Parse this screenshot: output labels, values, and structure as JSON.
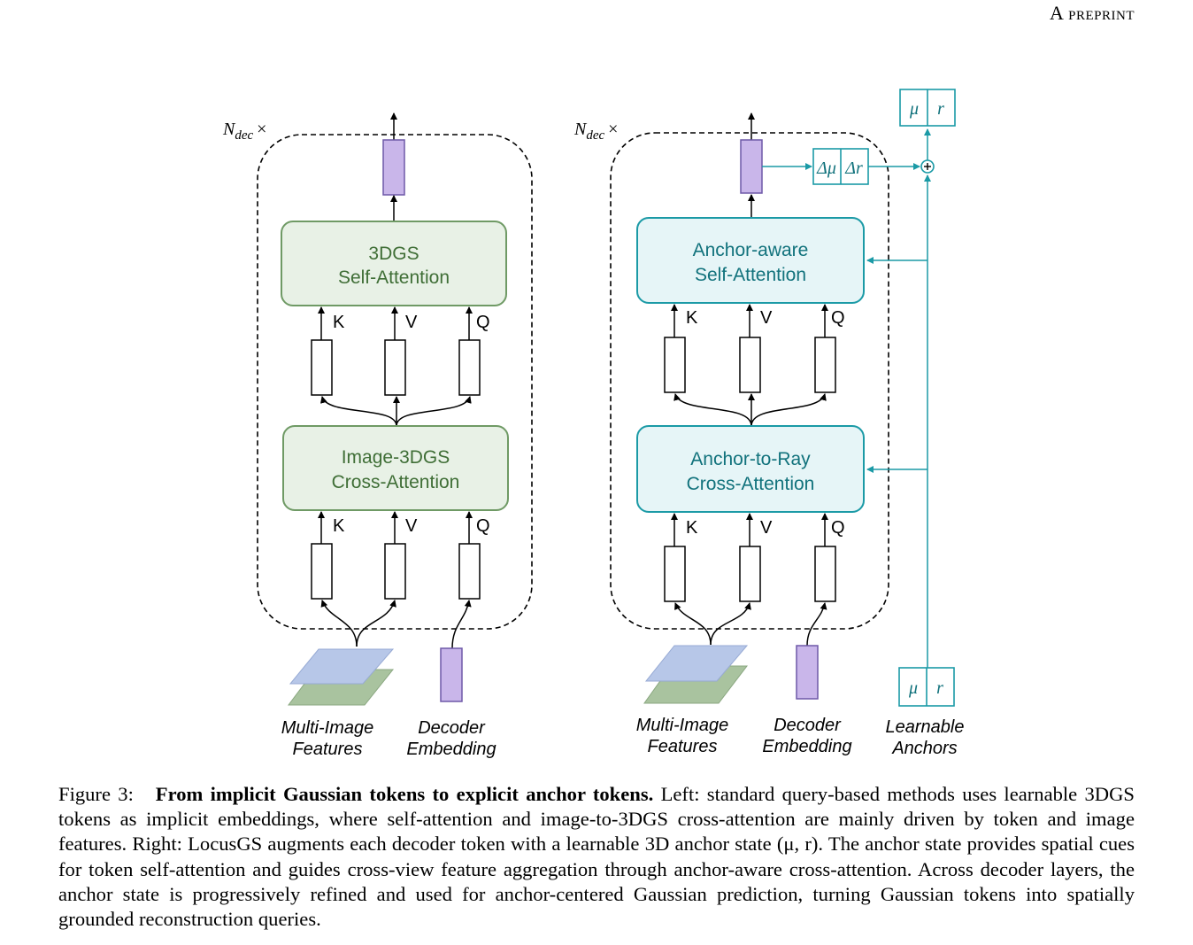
{
  "header": {
    "text": "A preprint"
  },
  "figure": {
    "left": {
      "n_dec": "N",
      "n_dec_sub": "dec",
      "times": "×",
      "self_attn": [
        "3DGS",
        "Self-Attention"
      ],
      "cross_attn": [
        "Image-3DGS",
        "Cross-Attention"
      ],
      "kvq": [
        "K",
        "V",
        "Q"
      ],
      "input_features": [
        "Multi-Image",
        "Features"
      ],
      "input_embedding": [
        "Decoder",
        "Embedding"
      ]
    },
    "right": {
      "n_dec": "N",
      "n_dec_sub": "dec",
      "times": "×",
      "self_attn": [
        "Anchor-aware",
        "Self-Attention"
      ],
      "cross_attn": [
        "Anchor-to-Ray",
        "Cross-Attention"
      ],
      "kvq": [
        "K",
        "V",
        "Q"
      ],
      "delta": [
        "Δμ",
        "Δr"
      ],
      "anchor_out": [
        "μ",
        "r"
      ],
      "anchor_in": [
        "μ",
        "r"
      ],
      "input_features": [
        "Multi-Image",
        "Features"
      ],
      "input_embedding": [
        "Decoder",
        "Embedding"
      ],
      "input_anchors": [
        "Learnable",
        "Anchors"
      ]
    },
    "colors": {
      "green_fill": "#e8f1e6",
      "green_stroke": "#6f9a65",
      "green_text": "#3f6e36",
      "teal_fill": "#e6f5f7",
      "teal_stroke": "#1b9aa6",
      "teal_text": "#11727c",
      "purple_fill": "#c9b6ea",
      "purple_stroke": "#6e59a8"
    }
  },
  "caption": {
    "label": "Figure 3:",
    "title": "From implicit Gaussian tokens to explicit anchor tokens.",
    "body": "Left: standard query-based methods uses learnable 3DGS tokens as implicit embeddings, where self-attention and image-to-3DGS cross-attention are mainly driven by token and image features. Right: LocusGS augments each decoder token with a learnable 3D anchor state (μ, r). The anchor state provides spatial cues for token self-attention and guides cross-view feature aggregation through anchor-aware cross-attention. Across decoder layers, the anchor state is progressively refined and used for anchor-centered Gaussian prediction, turning Gaussian tokens into spatially grounded reconstruction queries."
  }
}
